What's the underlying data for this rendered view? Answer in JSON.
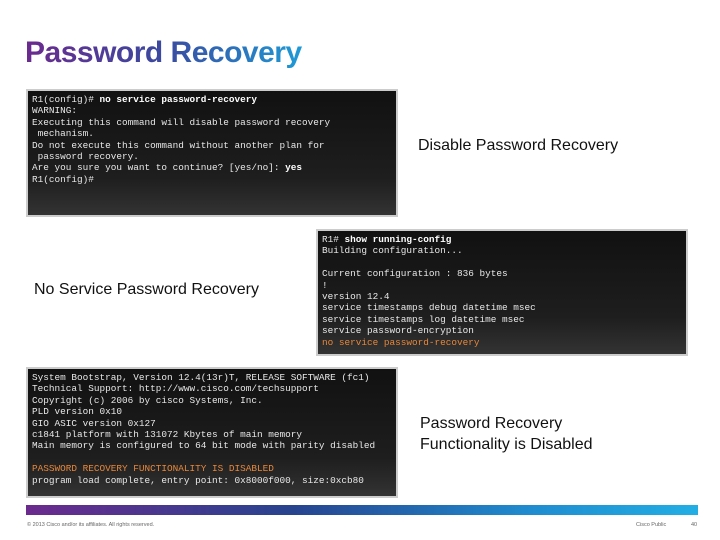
{
  "title": "Password Recovery",
  "terminal1": {
    "lines": [
      {
        "prefix": "R1(config)# ",
        "bold": "no service password-recovery"
      },
      {
        "text": "WARNING:"
      },
      {
        "text": "Executing this command will disable password recovery"
      },
      {
        "text": " mechanism."
      },
      {
        "text": "Do not execute this command without another plan for"
      },
      {
        "text": " password recovery."
      },
      {
        "prefix": "Are you sure you want to continue? [yes/no]: ",
        "bold": "yes"
      },
      {
        "text": "R1(config)#"
      }
    ]
  },
  "terminal2": {
    "lines": [
      {
        "prefix": "R1# ",
        "bold": "show running-config"
      },
      {
        "text": "Building configuration..."
      },
      {
        "text": ""
      },
      {
        "text": "Current configuration : 836 bytes"
      },
      {
        "text": "!"
      },
      {
        "text": "version 12.4"
      },
      {
        "text": "service timestamps debug datetime msec"
      },
      {
        "text": "service timestamps log datetime msec"
      },
      {
        "text": "service password-encryption"
      },
      {
        "orange": "no service password-recovery"
      }
    ]
  },
  "terminal3": {
    "lines": [
      {
        "text": "System Bootstrap, Version 12.4(13r)T, RELEASE SOFTWARE (fc1)"
      },
      {
        "text": "Technical Support: http://www.cisco.com/techsupport"
      },
      {
        "text": "Copyright (c) 2006 by cisco Systems, Inc."
      },
      {
        "text": "PLD version 0x10"
      },
      {
        "text": "GIO ASIC version 0x127"
      },
      {
        "text": "c1841 platform with 131072 Kbytes of main memory"
      },
      {
        "text": "Main memory is configured to 64 bit mode with parity disabled"
      },
      {
        "text": ""
      },
      {
        "orange": "PASSWORD RECOVERY FUNCTIONALITY IS DISABLED"
      },
      {
        "text": "program load complete, entry point: 0x8000f000, size:0xcb80"
      }
    ]
  },
  "labels": {
    "disable": "Disable Password Recovery",
    "no_service": "No Service Password Recovery",
    "functionality_line1": "Password Recovery",
    "functionality_line2": "Functionality is Disabled"
  },
  "footer": {
    "copyright": "© 2013 Cisco and/or its affiliates. All rights reserved.",
    "classification": "Cisco Public",
    "page": "40"
  },
  "colors": {
    "orange": "#e8873a",
    "gradient_start": "#6b2a8e",
    "gradient_end": "#22aee4"
  }
}
